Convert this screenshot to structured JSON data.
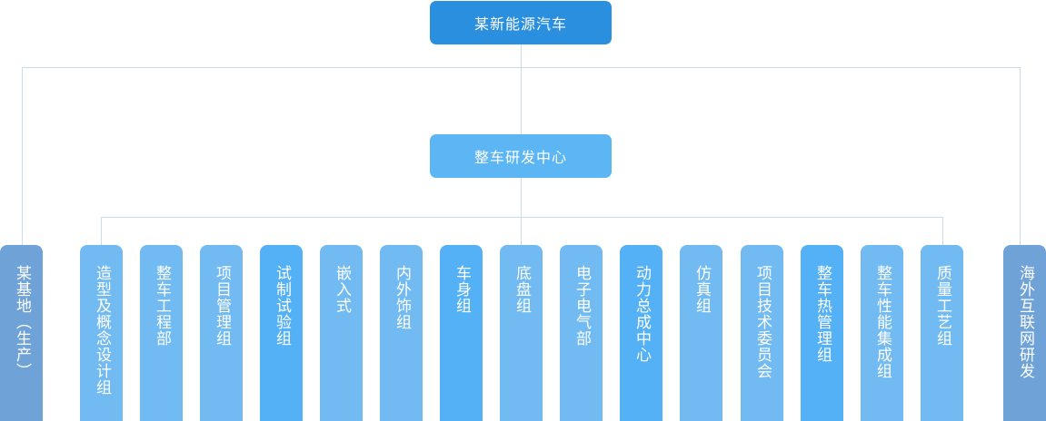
{
  "root": {
    "label": "某新能源汽车"
  },
  "center": {
    "label": "整车研发中心"
  },
  "left_branch": {
    "label": "某基地（生产）"
  },
  "right_branch": {
    "label": "海外互联网研发"
  },
  "groups": [
    {
      "label": "造型及概念设计组"
    },
    {
      "label": "整车工程部"
    },
    {
      "label": "项目管理组"
    },
    {
      "label": "试制试验组"
    },
    {
      "label": "嵌入式"
    },
    {
      "label": "内外饰组"
    },
    {
      "label": "车身组"
    },
    {
      "label": "底盘组"
    },
    {
      "label": "电子电气部"
    },
    {
      "label": "动力总成中心"
    },
    {
      "label": "仿真组"
    },
    {
      "label": "项目技术委员会"
    },
    {
      "label": "整车热管理组"
    },
    {
      "label": "整车性能集成组"
    },
    {
      "label": "质量工艺组"
    }
  ],
  "colors": {
    "root": "#2a8fde",
    "center": "#5db6f4",
    "side_branch": "#6fa3d8",
    "group_light": "#72bbf2",
    "group_dark": "#55b1f6",
    "connector": "#c9dcea"
  }
}
